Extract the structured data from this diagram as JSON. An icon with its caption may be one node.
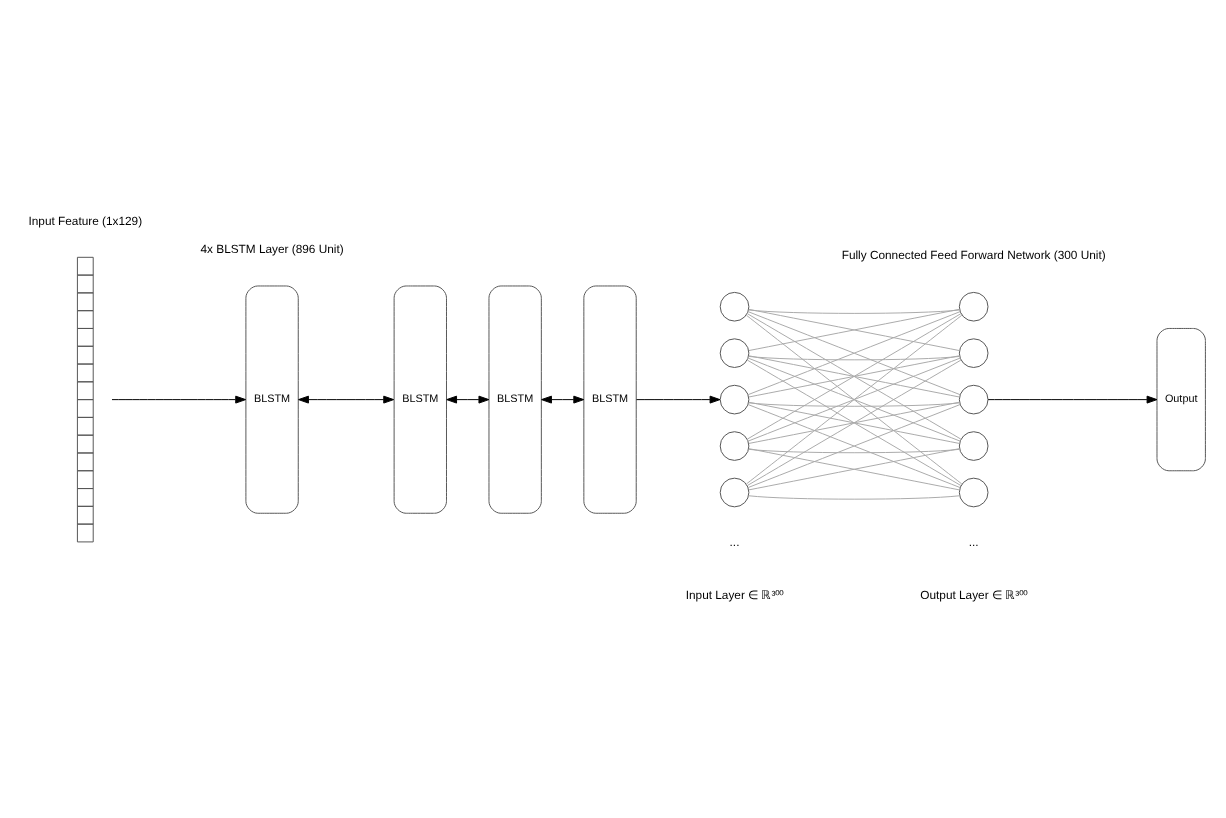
{
  "diagram": {
    "nodes": [
      {
        "text": [],
        "shape": "bar"
      },
      {
        "text": [
          "BLSTM"
        ]
      },
      {
        "text": [
          "BLSTM"
        ]
      },
      {
        "text": [
          "BLSTM"
        ]
      },
      {
        "text": [
          "BLSTM"
        ]
      },
      {
        "text": [],
        "shape": "circle"
      },
      {
        "text": [],
        "shape": "circle"
      },
      {
        "text": [],
        "shape": "circle"
      },
      {
        "text": [],
        "shape": "circle"
      },
      {
        "text": [],
        "shape": "circle"
      },
      {
        "text": [],
        "shape": "circle"
      },
      {
        "text": [],
        "shape": "circle"
      },
      {
        "text": [],
        "shape": "circle"
      },
      {
        "text": [],
        "shape": "circle"
      },
      {
        "text": [],
        "shape": "circle"
      },
      {
        "text": [
          "Output"
        ]
      }
    ],
    "edges": [
      {
        "from": 0,
        "to": 1,
        "arrow": "to",
        "color": "#000000"
      },
      {
        "from": 1,
        "to": 2,
        "arrow": "both",
        "color": "#000000"
      },
      {
        "from": 2,
        "to": 3,
        "arrow": "both",
        "color": "#000000"
      },
      {
        "from": 3,
        "to": 4,
        "arrow": "both",
        "color": "#000000"
      },
      {
        "from": 4,
        "to": 7,
        "arrow": "to",
        "color": "#000000"
      },
      {
        "from": 5,
        "to": 10,
        "arrow": "none"
      },
      {
        "from": 5,
        "to": 11,
        "arrow": "none"
      },
      {
        "from": 5,
        "to": 12,
        "arrow": "none"
      },
      {
        "from": 5,
        "to": 13,
        "arrow": "none"
      },
      {
        "from": 5,
        "to": 14,
        "arrow": "none"
      },
      {
        "from": 6,
        "to": 10,
        "arrow": "none"
      },
      {
        "from": 6,
        "to": 11,
        "arrow": "none"
      },
      {
        "from": 6,
        "to": 12,
        "arrow": "none"
      },
      {
        "from": 6,
        "to": 13,
        "arrow": "none"
      },
      {
        "from": 6,
        "to": 14,
        "arrow": "none"
      },
      {
        "from": 7,
        "to": 10,
        "arrow": "none"
      },
      {
        "from": 7,
        "to": 11,
        "arrow": "none"
      },
      {
        "from": 7,
        "to": 12,
        "arrow": "none"
      },
      {
        "from": 7,
        "to": 13,
        "arrow": "none"
      },
      {
        "from": 7,
        "to": 14,
        "arrow": "none"
      },
      {
        "from": 8,
        "to": 10,
        "arrow": "none"
      },
      {
        "from": 8,
        "to": 11,
        "arrow": "none"
      },
      {
        "from": 8,
        "to": 12,
        "arrow": "none"
      },
      {
        "from": 8,
        "to": 13,
        "arrow": "none"
      },
      {
        "from": 8,
        "to": 14,
        "arrow": "none"
      },
      {
        "from": 9,
        "to": 10,
        "arrow": "none"
      },
      {
        "from": 9,
        "to": 11,
        "arrow": "none"
      },
      {
        "from": 9,
        "to": 12,
        "arrow": "none"
      },
      {
        "from": 9,
        "to": 13,
        "arrow": "none"
      },
      {
        "from": 9,
        "to": 14,
        "arrow": "none"
      },
      {
        "from": 12,
        "to": 15,
        "arrow": "to",
        "color": "#000000"
      }
    ],
    "labels": [
      "Input Feature (1x129)",
      "4x BLSTM Layer (896 Unit)",
      "Fully Connected Feed Forward Network (300 Unit)",
      "...",
      "...",
      "Input Layer ∈ ℝ³⁰⁰",
      "Output Layer ∈ ℝ³⁰⁰"
    ]
  }
}
